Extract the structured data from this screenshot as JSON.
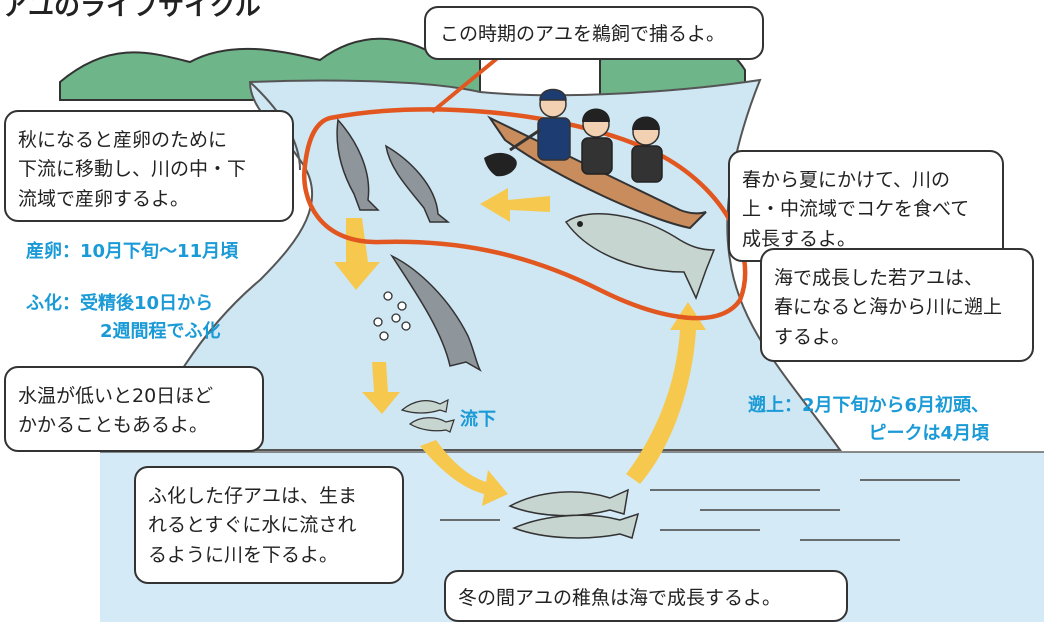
{
  "title": "アユのライフサイクル",
  "top_caption": "この時期のアユを鵜飼で捕るよ。",
  "notes": {
    "autumn": [
      "秋になると産卵のために",
      "下流に移動し、川の中・下",
      "流域で産卵するよ。"
    ],
    "spring": [
      "春から夏にかけて、川の",
      "上・中流域でコケを食べて",
      "成長するよ。"
    ],
    "young_adult": [
      "海で成長した若アユは、",
      "春になると海から川に遡上",
      "するよ。"
    ],
    "water_temp": [
      "水温が低いと20日ほど",
      "かかることもあるよ。"
    ],
    "fry": [
      "ふ化した仔アユは、生ま",
      "れるとすぐに水に流され",
      "るように川を下るよ。"
    ],
    "winter": "冬の間アユの稚魚は海で成長するよ。"
  },
  "labels": {
    "spawning": "産卵：10月下旬〜11月頃",
    "hatching": [
      "ふ化：受精後10日から",
      "2週間程でふ化"
    ],
    "downstream": "流下",
    "upstream": [
      "遡上：2月下旬から6月初頭、",
      "ピークは4月頃"
    ]
  },
  "colors": {
    "river": "#cfe6f3",
    "sea": "#d4eaf6",
    "mountain": "#6fb58a",
    "arrow": "#f6c94e",
    "highlight": "#e2561f",
    "accent_text": "#1a9ad6"
  }
}
